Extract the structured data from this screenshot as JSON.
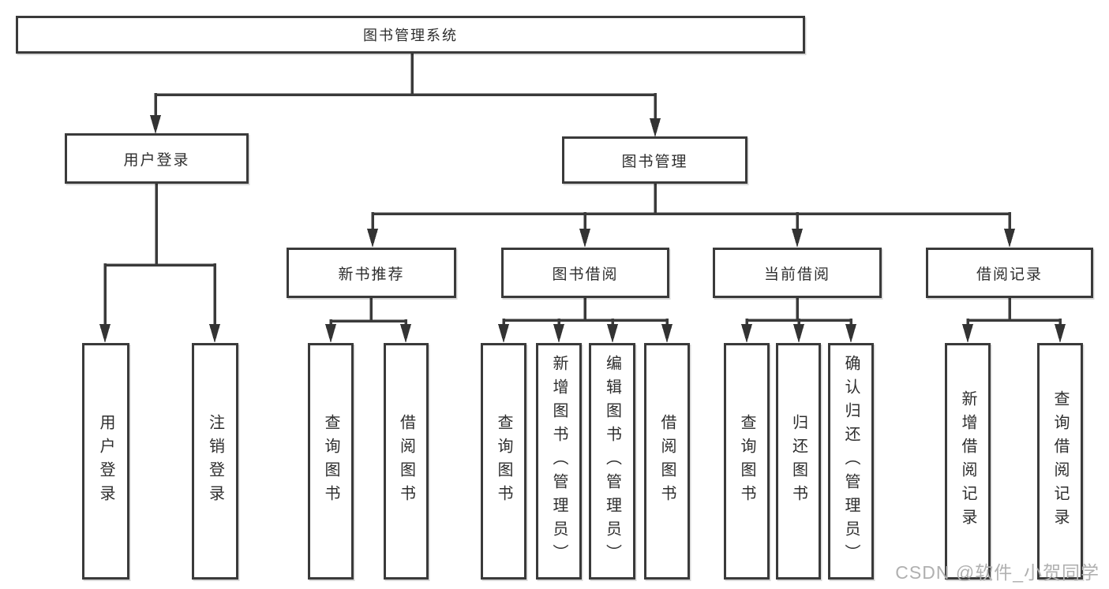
{
  "diagram": {
    "root": {
      "label": "图书管理系统"
    },
    "level2": [
      {
        "label": "用户登录"
      },
      {
        "label": "图书管理"
      }
    ],
    "level3": [
      {
        "label": "新书推荐"
      },
      {
        "label": "图书借阅"
      },
      {
        "label": "当前借阅"
      },
      {
        "label": "借阅记录"
      }
    ],
    "leaves": {
      "login": [
        "用户登录",
        "注销登录"
      ],
      "new_books": [
        "查询图书",
        "借阅图书"
      ],
      "borrowing": [
        "查询图书",
        "新增图书（管理员）",
        "编辑图书（管理员）",
        "借阅图书"
      ],
      "current": [
        "查询图书",
        "归还图书",
        "确认归还（管理员）"
      ],
      "records": [
        "新增借阅记录",
        "查询借阅记录"
      ]
    },
    "watermark": "CSDN @软件_小贺同学",
    "colors": {
      "line": "#3a3a3a",
      "box_border": "#3a3a3a",
      "text": "#2e2e2e",
      "watermark": "#b0b0b0",
      "background": "#ffffff"
    }
  }
}
